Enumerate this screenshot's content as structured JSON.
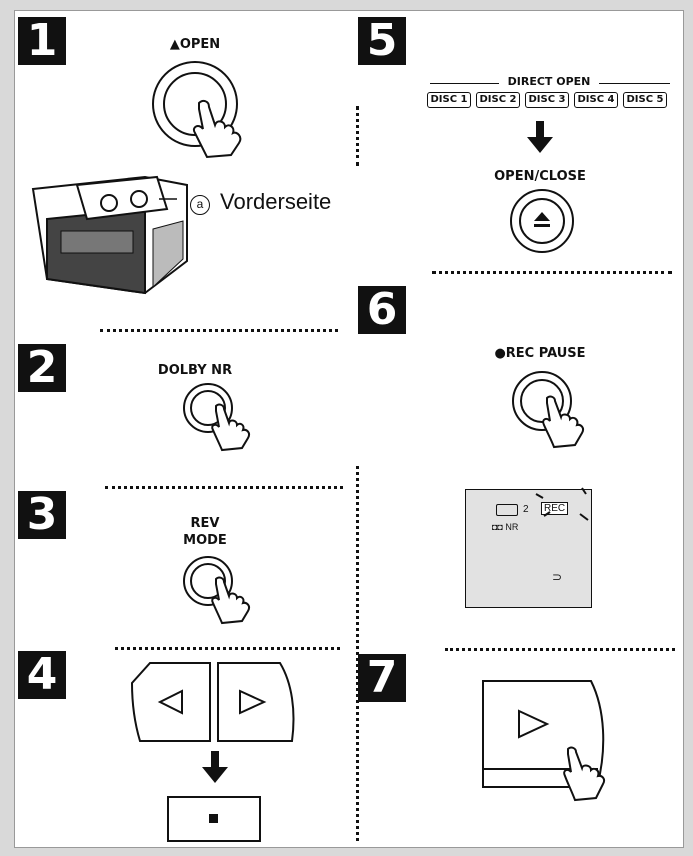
{
  "steps": [
    "1",
    "2",
    "3",
    "4",
    "5",
    "6",
    "7"
  ],
  "step1": {
    "open_label": "▲OPEN",
    "callout_letter": "a",
    "callout_text": "Vorderseite"
  },
  "step2": {
    "dolby_label": "DOLBY NR"
  },
  "step3": {
    "rev_label": "REV",
    "mode_label": "MODE"
  },
  "step5": {
    "direct_open_label": "DIRECT OPEN",
    "discs": [
      "DISC 1",
      "DISC 2",
      "DISC 3",
      "DISC 4",
      "DISC 5"
    ],
    "open_close_label": "OPEN/CLOSE"
  },
  "step6": {
    "rec_pause_label": "●REC PAUSE",
    "display": {
      "rec": "REC",
      "deck_num": "2",
      "nr": "NR"
    }
  },
  "icons": {
    "eject": "eject-icon",
    "play": "play-icon",
    "stop": "stop-icon",
    "rewind": "reverse-icon",
    "hand": "hand-icon",
    "arrow": "down-arrow-icon"
  }
}
